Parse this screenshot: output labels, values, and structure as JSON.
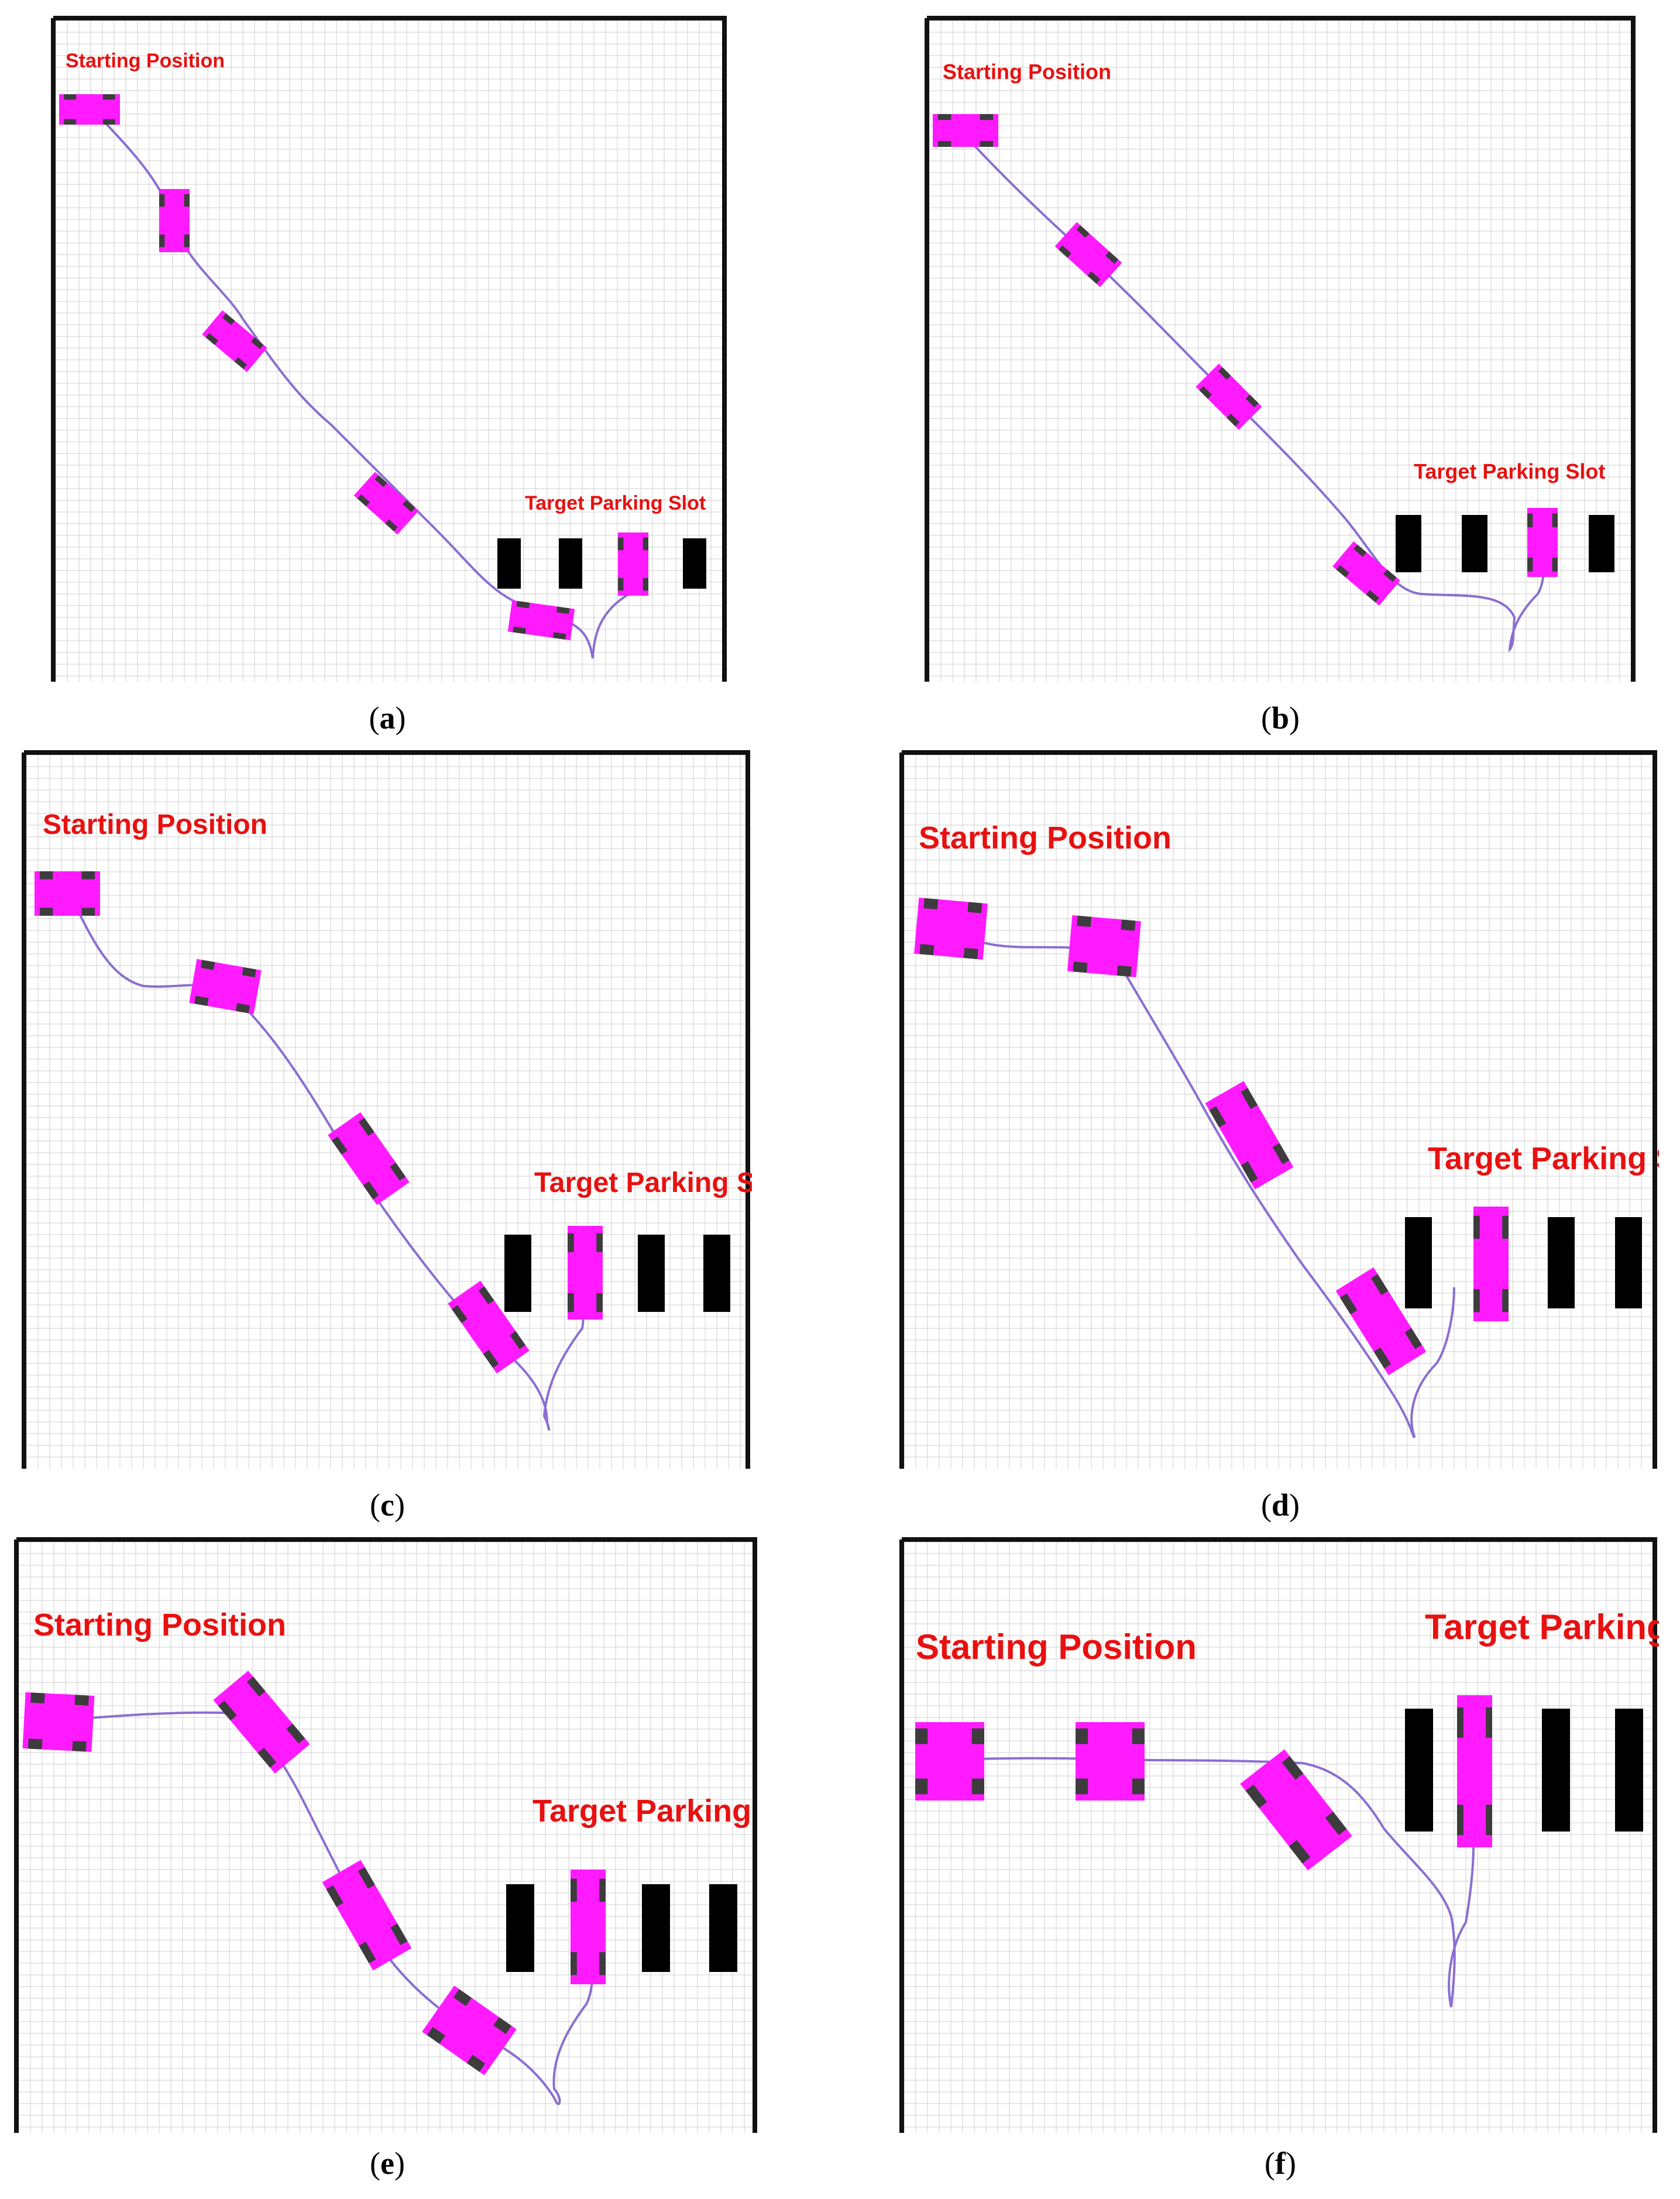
{
  "labels": {
    "start": "Starting Position",
    "target": "Target Parking Slot"
  },
  "colors": {
    "car": "#ff1aff",
    "wheel": "#3c3c3c",
    "path": "#8a6fd0",
    "slot": "#000000",
    "label": "#e81010",
    "grid": "#cfcfcf",
    "border": "#111111"
  },
  "captions": [
    {
      "open": "(",
      "letter": "a",
      "close": ")"
    },
    {
      "open": "(",
      "letter": "b",
      "close": ")"
    },
    {
      "open": "(",
      "letter": "c",
      "close": ")"
    },
    {
      "open": "(",
      "letter": "d",
      "close": ")"
    },
    {
      "open": "(",
      "letter": "e",
      "close": ")"
    },
    {
      "open": "(",
      "letter": "f",
      "close": ")"
    }
  ]
}
